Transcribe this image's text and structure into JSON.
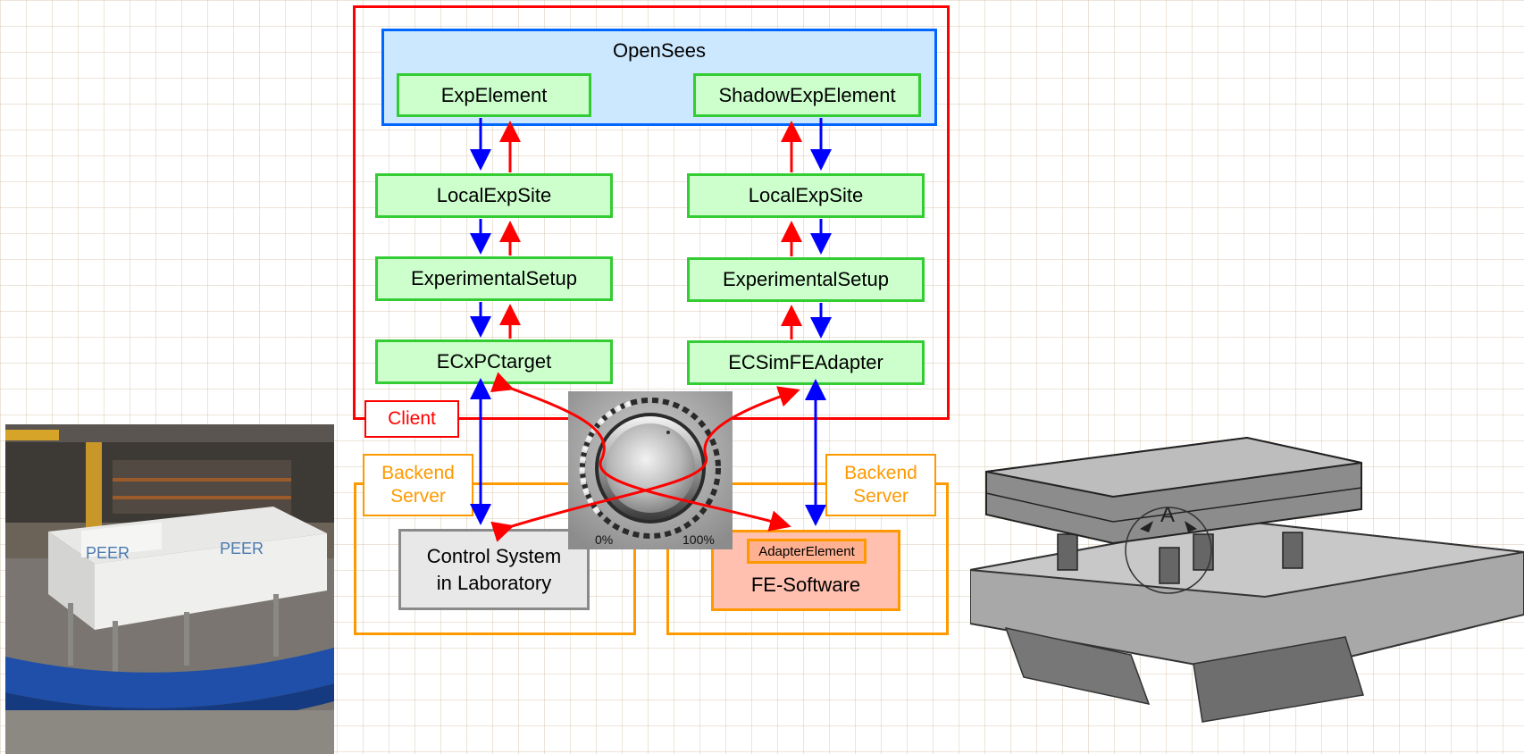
{
  "opensees": {
    "title": "OpenSees"
  },
  "client": {
    "label": "Client"
  },
  "left_chain": {
    "element": "ExpElement",
    "site": "LocalExpSite",
    "setup": "ExperimentalSetup",
    "control": "ECxPCtarget"
  },
  "right_chain": {
    "element": "ShadowExpElement",
    "site": "LocalExpSite",
    "setup": "ExperimentalSetup",
    "control": "ECSimFEAdapter"
  },
  "left_backend": {
    "line1": "Backend",
    "line2": "Server"
  },
  "right_backend": {
    "line1": "Backend",
    "line2": "Server"
  },
  "lab": {
    "line1": "Control System",
    "line2": "in Laboratory"
  },
  "fe": {
    "adapter": "AdapterElement",
    "name": "FE-Software"
  },
  "knob": {
    "min_label": "0%",
    "max_label": "100%"
  },
  "photo_left": {
    "logo_left": "PEER",
    "logo_right": "PEER"
  },
  "drawing_right": {
    "label": "A"
  },
  "colors": {
    "client_frame": "#ff0000",
    "opensees_border": "#0066ff",
    "opensees_fill": "#cce8ff",
    "block_border": "#33cc33",
    "block_fill": "#ccffcc",
    "backend": "#ff9900",
    "arrow_down": "#0000ff",
    "arrow_up": "#ff0000",
    "fe_fill": "#ffc0b0",
    "lab_fill": "#e8e8e8"
  }
}
